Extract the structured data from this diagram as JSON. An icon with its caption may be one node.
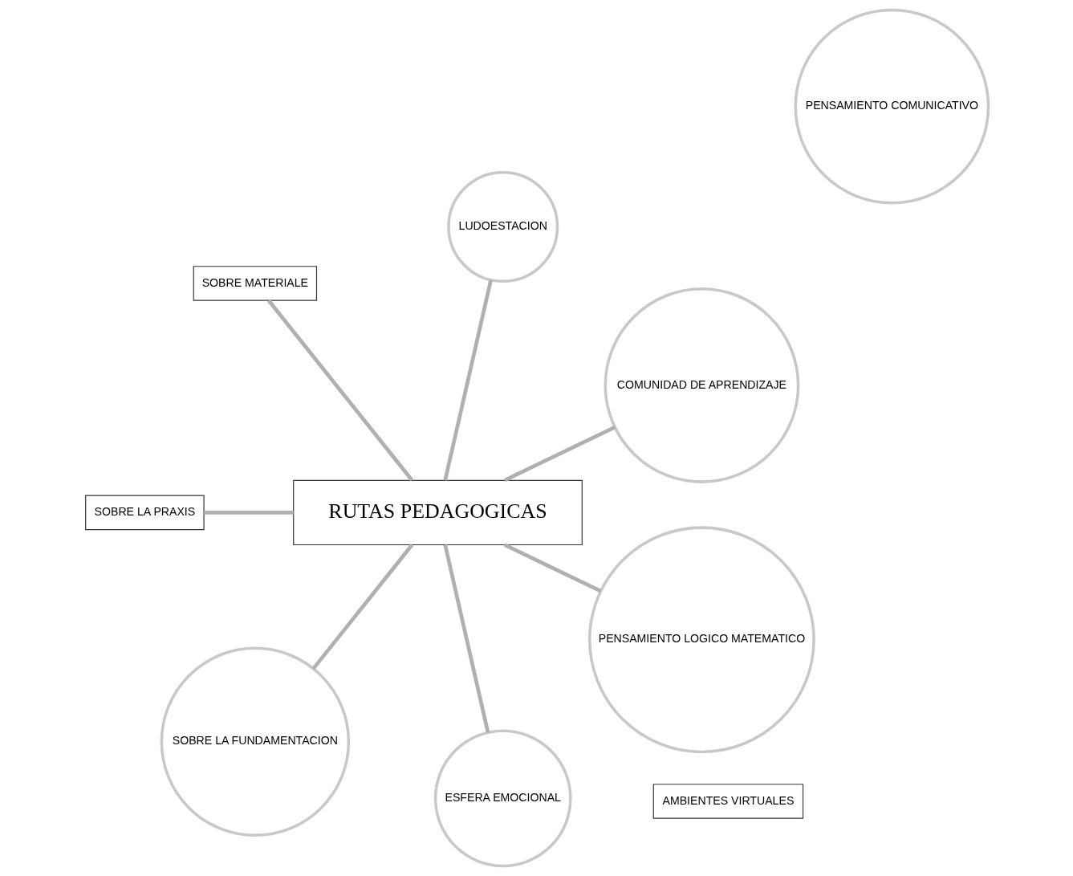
{
  "diagram": {
    "nodes": [
      {
        "text": [
          "COMUNIDAD DE APRENDIZAJE"
        ]
      },
      {
        "text": [
          "AMBIENTES VIRTUALES"
        ]
      },
      {
        "text": [
          "LUDOESTACION"
        ]
      },
      {
        "text": [
          "SOBRE MATERIALE"
        ]
      },
      {
        "text": [
          "RUTAS PEDAGOGICAS"
        ]
      },
      {
        "text": [
          "SOBRE LA PRAXIS"
        ]
      },
      {
        "text": [
          "SOBRE LA FUNDAMENTACION"
        ]
      },
      {
        "text": [
          "ESFERA EMOCIONAL"
        ]
      },
      {
        "text": [
          "PENSAMIENTO LOGICO MATEMATICO"
        ]
      },
      {
        "text": [
          "PENSAMIENTO COMUNICATIVO"
        ]
      }
    ],
    "edges": [
      {
        "from": 4,
        "to": 0,
        "arrow": "none"
      },
      {
        "from": 4,
        "to": 2,
        "arrow": "none"
      },
      {
        "from": 4,
        "to": 3,
        "arrow": "none"
      },
      {
        "from": 4,
        "to": 5,
        "arrow": "none"
      },
      {
        "from": 4,
        "to": 6,
        "arrow": "none"
      },
      {
        "from": 4,
        "to": 7,
        "arrow": "none"
      },
      {
        "from": 4,
        "to": 8,
        "arrow": "none"
      }
    ]
  }
}
